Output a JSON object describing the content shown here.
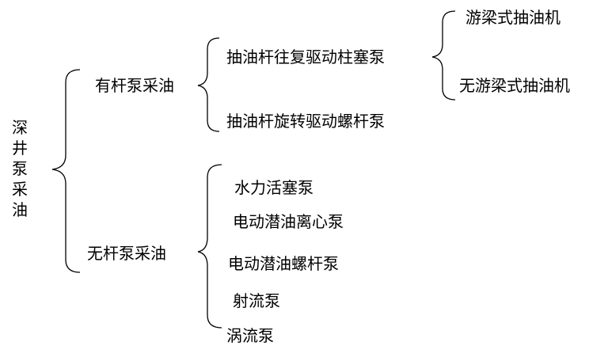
{
  "root": "深井泵采油",
  "branches": [
    {
      "label": "有杆泵采油",
      "children": [
        {
          "label": "抽油杆往复驱动柱塞泵",
          "children": [
            "游梁式抽油机",
            "无游梁式抽油机"
          ]
        },
        {
          "label": "抽油杆旋转驱动螺杆泵",
          "children": []
        }
      ]
    },
    {
      "label": "无杆泵采油",
      "children": [
        {
          "label": "水力活塞泵",
          "children": []
        },
        {
          "label": "电动潜油离心泵",
          "children": []
        },
        {
          "label": "电动潜油螺杆泵",
          "children": []
        },
        {
          "label": "射流泵",
          "children": []
        },
        {
          "label": "涡流泵",
          "children": []
        }
      ]
    }
  ]
}
